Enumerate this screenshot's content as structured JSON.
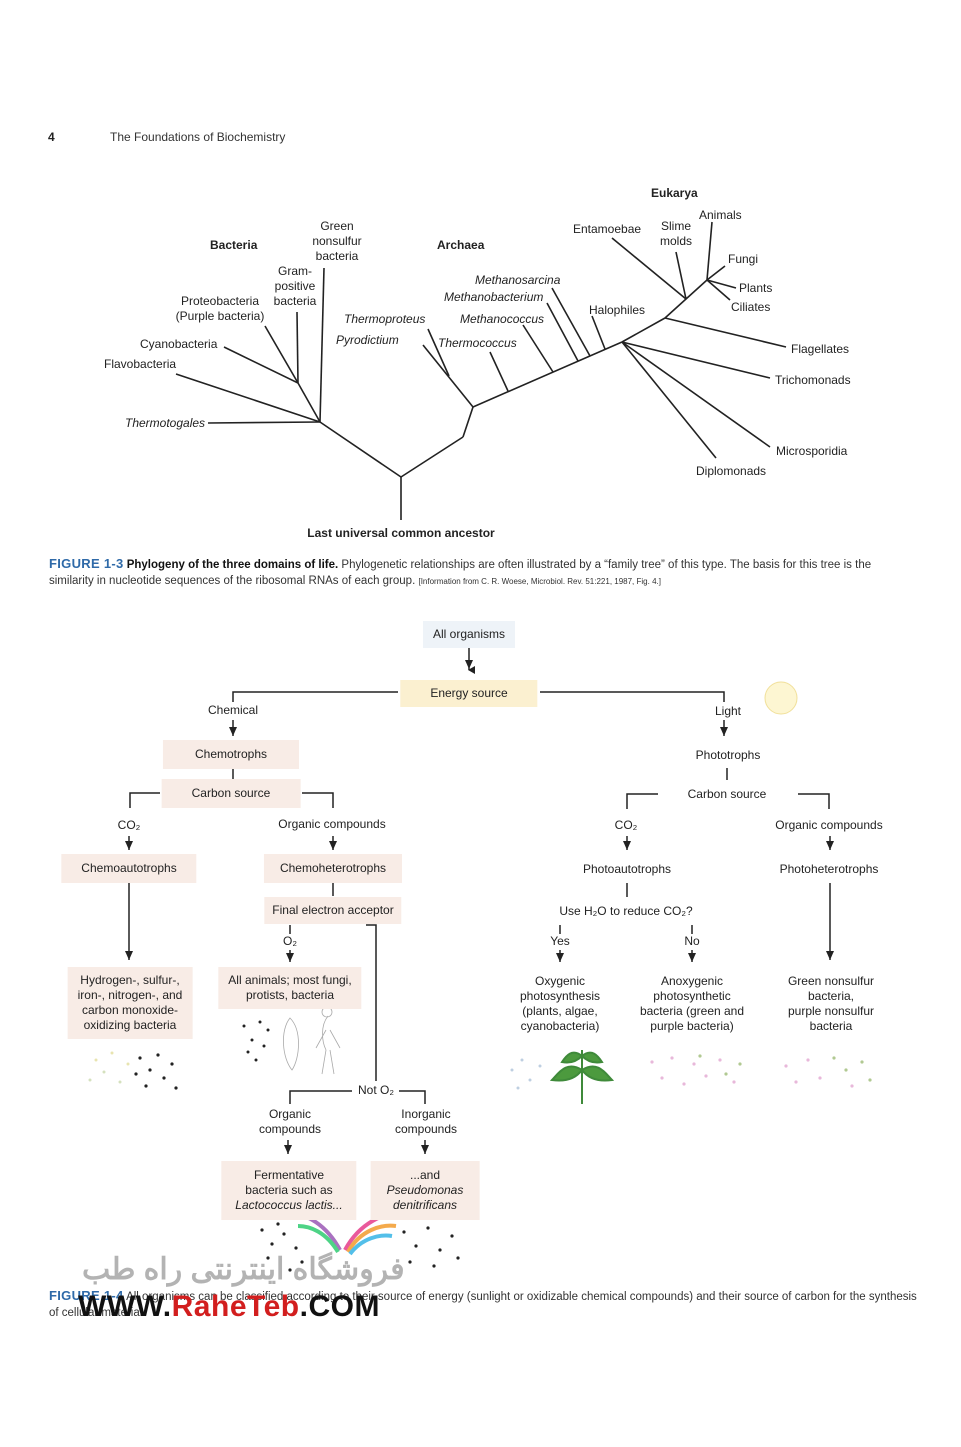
{
  "header": {
    "page_number": "4",
    "running_title": "The Foundations of Biochemistry"
  },
  "tree": {
    "domains": {
      "bacteria": "Bacteria",
      "archaea": "Archaea",
      "eukarya": "Eukarya"
    },
    "root": "Last universal common ancestor",
    "bacteria": {
      "green_nonsulfur": [
        "Green",
        "nonsulfur",
        "bacteria"
      ],
      "gram_positive": [
        "Gram-",
        "positive",
        "bacteria"
      ],
      "proteobacteria": [
        "Proteobacteria",
        "(Purple bacteria)"
      ],
      "cyanobacteria": "Cyanobacteria",
      "flavobacteria": "Flavobacteria",
      "thermotogales": "Thermotogales"
    },
    "archaea": {
      "thermoproteus": "Thermoproteus",
      "pyrodictium": "Pyrodictium",
      "methanosarcina": "Methanosarcina",
      "methanobacterium": "Methanobacterium",
      "methanococcus": "Methanococcus",
      "thermococcus": "Thermococcus",
      "halophiles": "Halophiles"
    },
    "eukarya": {
      "entamoebae": "Entamoebae",
      "slime_molds": [
        "Slime",
        "molds"
      ],
      "animals": "Animals",
      "fungi": "Fungi",
      "plants": "Plants",
      "ciliates": "Ciliates",
      "flagellates": "Flagellates",
      "trichomonads": "Trichomonads",
      "microsporidia": "Microsporidia",
      "diplomonads": "Diplomonads"
    }
  },
  "fig13": {
    "label": "FIGURE 1-3",
    "title": "Phylogeny of the three domains of life.",
    "text": "Phylogenetic relationships are often illustrated by a “family tree” of this type. The basis for this tree is the similarity in nucleotide sequences of the ribosomal RNAs of each group.",
    "source": "[Information from C. R. Woese, Microbiol. Rev. 51:221, 1987, Fig. 4.]"
  },
  "flow": {
    "all_organisms": "All organisms",
    "energy_source": "Energy source",
    "chemical": "Chemical",
    "light": "Light",
    "chemotrophs": "Chemotrophs",
    "phototrophs": "Phototrophs",
    "carbon_source_left": "Carbon source",
    "carbon_source_right": "Carbon source",
    "co2_left": "CO₂",
    "co2_right": "CO₂",
    "organic_left": "Organic compounds",
    "organic_right": "Organic compounds",
    "chemoautotrophs": "Chemoautotrophs",
    "chemoheterotrophs": "Chemoheterotrophs",
    "photoautotrophs": "Photoautotrophs",
    "photoheterotrophs": "Photoheterotrophs",
    "final_electron_acceptor": "Final electron acceptor",
    "o2": "O₂",
    "not_o2": "Not O₂",
    "use_h2o": "Use H₂O to reduce CO₂?",
    "yes": "Yes",
    "no": "No",
    "chemoauto_examples": [
      "Hydrogen-, sulfur-,",
      "iron-, nitrogen-, and",
      "carbon monoxide-",
      "oxidizing bacteria"
    ],
    "aerobic_examples": [
      "All animals; most fungi,",
      "protists, bacteria"
    ],
    "oxygenic": [
      "Oxygenic",
      "photosynthesis",
      "(plants, algae,",
      "cyanobacteria)"
    ],
    "anoxygenic": [
      "Anoxygenic",
      "photosynthetic",
      "bacteria (green and",
      "purple bacteria)"
    ],
    "photohetero_examples": [
      "Green nonsulfur",
      "bacteria,",
      "purple nonsulfur",
      "bacteria"
    ],
    "organic_compounds_bottom": [
      "Organic",
      "compounds"
    ],
    "inorganic_compounds": [
      "Inorganic",
      "compounds"
    ],
    "fermentative": [
      "Fermentative",
      "bacteria such as",
      "Lactococcus lactis..."
    ],
    "pseudomonas": [
      "...and",
      "Pseudomonas",
      "denitrificans"
    ]
  },
  "fig14": {
    "label": "FIGURE 1-4",
    "text": "All organisms can be classified according to their source of energy (sunlight or oxidizable chemical compounds) and their source of carbon for the synthesis of cellular material."
  },
  "watermark": {
    "persian": "فروشگاه اینترنتی راه طب",
    "url_prefix": "WWW.",
    "url_brand": "RaheTeb",
    "url_suffix": ".COM"
  },
  "colors": {
    "figure_label": "#2f6aa8",
    "box_pink": "#f8ece6",
    "box_gold": "#fbf0d0",
    "box_blue": "#eef3f8",
    "watermark_red": "#d21e1e"
  }
}
